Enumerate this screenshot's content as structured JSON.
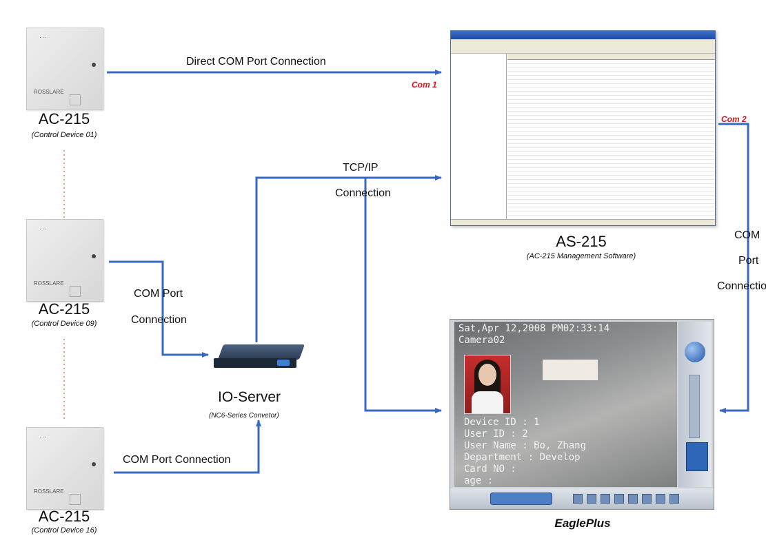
{
  "devices": [
    {
      "title": "AC-215",
      "subtitle": "(Control Device 01)"
    },
    {
      "title": "AC-215",
      "subtitle": "(Control Device 09)"
    },
    {
      "title": "AC-215",
      "subtitle": "(Control Device 16)"
    }
  ],
  "connections": {
    "direct_com": "Direct COM Port Connection",
    "com1": "Com 1",
    "com2": "Com 2",
    "tcpip_line1": "TCP/IP",
    "tcpip_line2": "Connection",
    "com_port_line1": "COM Port",
    "com_port_line2": "Connection",
    "com_port_single": "COM Port Connection",
    "com_right_line1": "COM",
    "com_right_line2": "Port",
    "com_right_line3": "Connection"
  },
  "software": {
    "title": "AS-215",
    "subtitle": "(AC-215 Management Software)"
  },
  "io_server": {
    "title": "IO-Server",
    "subtitle": "(NC6-Series Convetor)"
  },
  "camera": {
    "timestamp": "Sat,Apr 12,2008 PM02:33:14",
    "camera_name": "Camera02",
    "osd_lines": [
      "Device ID : 1",
      "User ID : 2",
      "User Name : Bo, Zhang",
      "Department : Develop",
      "Card NO :",
      "age :"
    ],
    "title": "EaglePlus"
  },
  "colors": {
    "connector": "#3a68c0",
    "com_label": "#e0101a",
    "dotted": "#e07a6a"
  }
}
